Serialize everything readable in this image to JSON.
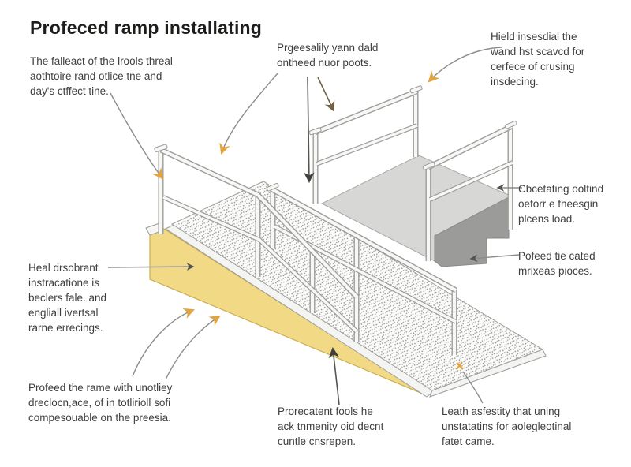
{
  "title": "Profeced ramp installating",
  "annotations": [
    {
      "id": "ramp-overview",
      "lines": [
        "The falleact of the lrools threal",
        "aothtoire rand otlice tne and",
        "day's ctffect tine."
      ]
    },
    {
      "id": "handrail",
      "lines": [
        "Prgeesalily yann dald",
        "ontheed nuor poots."
      ]
    },
    {
      "id": "platform-rail",
      "lines": [
        "Hield insesdial the",
        "wand hst scavcd for",
        "cerfece of crusing",
        "insdecing."
      ]
    },
    {
      "id": "platform",
      "lines": [
        "Cbcetating ooltind",
        "oeforr e fheesgin",
        "plcens load."
      ]
    },
    {
      "id": "steps",
      "lines": [
        "Pofeed tie cated",
        "mrixeas pioces."
      ]
    },
    {
      "id": "side-panel",
      "lines": [
        "Heal drsobrant",
        "instracatione is",
        "beclers fale. and",
        "engliall ivertsal",
        "rarne errecings."
      ]
    },
    {
      "id": "base",
      "lines": [
        "Profeed the rame with unotliey",
        "dreclocn,ace, of in totlirioll sofi",
        "compesouable on the preesia."
      ]
    },
    {
      "id": "ramp-edge",
      "lines": [
        "Prorecatent fools he",
        "ack tnmenity oid decnt",
        "cuntle cnsrepen."
      ]
    },
    {
      "id": "landing",
      "lines": [
        "Leath asfestity that uning",
        "unstatatins for aolegleotinal",
        "fatet came."
      ]
    }
  ],
  "colors": {
    "ramp_side": "#f2d985",
    "ramp_side_edge": "#c9ae55",
    "ramp_surface_bg": "#fbfbfa",
    "ramp_surface_dot": "#8f8f8d",
    "platform": "#d7d7d5",
    "steps": "#9b9b99",
    "rail_outline": "#9c9c9a",
    "arrow_orange": "#e2a43c",
    "arrow_dark": "#3f3f3c",
    "arrow_olive": "#6f6148",
    "leader_grey": "#8c8c8a",
    "text": "#3e3e3c",
    "title_color": "#1d1d1b"
  }
}
